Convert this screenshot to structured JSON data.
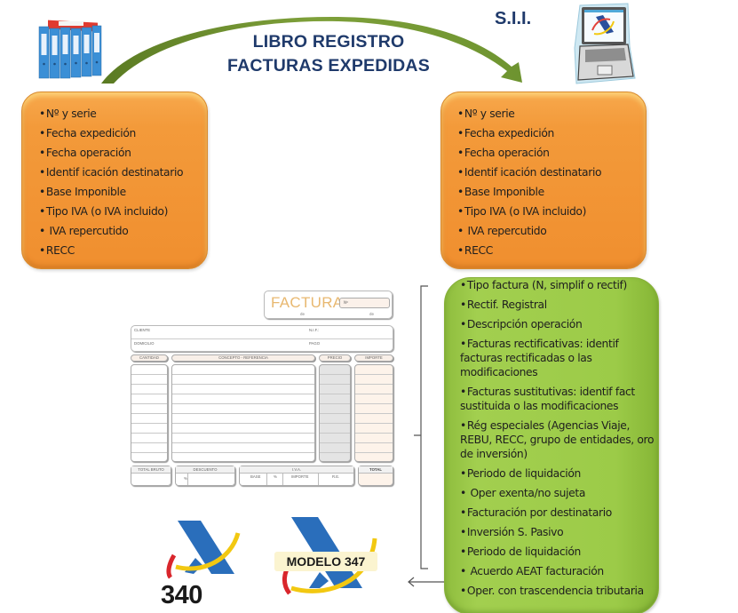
{
  "header": {
    "title_line1": "LIBRO REGISTRO",
    "title_line2": "FACTURAS EXPEDIDAS",
    "sii_label": "S.I.I."
  },
  "icons": {
    "left": "binders-icon",
    "right": "laptop-aeat-icon",
    "arrow": "curved-arrow-icon"
  },
  "left_box": {
    "items": [
      "Nº y serie",
      "Fecha expedición",
      "Fecha operación",
      "Identif icación destinatario",
      "Base Imponible",
      "Tipo IVA (o IVA incluido)",
      " IVA repercutido",
      "RECC"
    ]
  },
  "right_box": {
    "items": [
      "Nº y serie",
      "Fecha expedición",
      "Fecha operación",
      "Identif icación destinatario",
      "Base Imponible",
      "Tipo IVA (o IVA incluido)",
      " IVA repercutido",
      "RECC"
    ]
  },
  "green_box": {
    "items": [
      "Tipo factura (N, simplif o rectif)",
      "Rectif. Registral",
      "Descripción operación",
      "Facturas rectificativas: identif facturas rectificadas o las modificaciones",
      "Facturas sustitutivas: identif fact sustituida o las modificaciones",
      "Rég especiales (Agencias Viaje, REBU, RECC, grupo de entidades, oro de inversión)",
      "Periodo de liquidación",
      " Oper exenta/no sujeta",
      "Facturación por destinatario",
      "Inversión S. Pasivo",
      "Periodo de liquidación",
      " Acuerdo AEAT facturación",
      "Oper. con trascendencia tributaria"
    ]
  },
  "invoice": {
    "title": "FACTURA",
    "number_label": "Nº",
    "de1": "de",
    "de2": "de",
    "cliente": "CLIENTE",
    "nif": "N.I.F.:",
    "domicilio": "DOMICILIO",
    "pago": "PAGO",
    "col_cantidad": "CANTIDAD",
    "col_concepto": "CONCEPTO - REFERENCIA",
    "col_precio": "PRECIO",
    "col_importe": "IMPORTE",
    "total_bruto": "TOTAL BRUTO",
    "descuento": "DESCUENTO",
    "pct": "%",
    "iva": "I.V.A.",
    "base": "BASE",
    "iva_pct": "%",
    "iva_importe": "IMPORTE",
    "re": "R.E.",
    "total": "TOTAL"
  },
  "logos": {
    "logo1_label": "340",
    "logo2_label": "MODELO 347"
  },
  "colors": {
    "title": "#1f3a6b",
    "orange_box": "#f39a3a",
    "green_box": "#9ccb48",
    "arrow": "#6b8e2a",
    "aeat_blue": "#2a6ebb",
    "aeat_yellow": "#f2c811",
    "aeat_red": "#d9262c"
  }
}
